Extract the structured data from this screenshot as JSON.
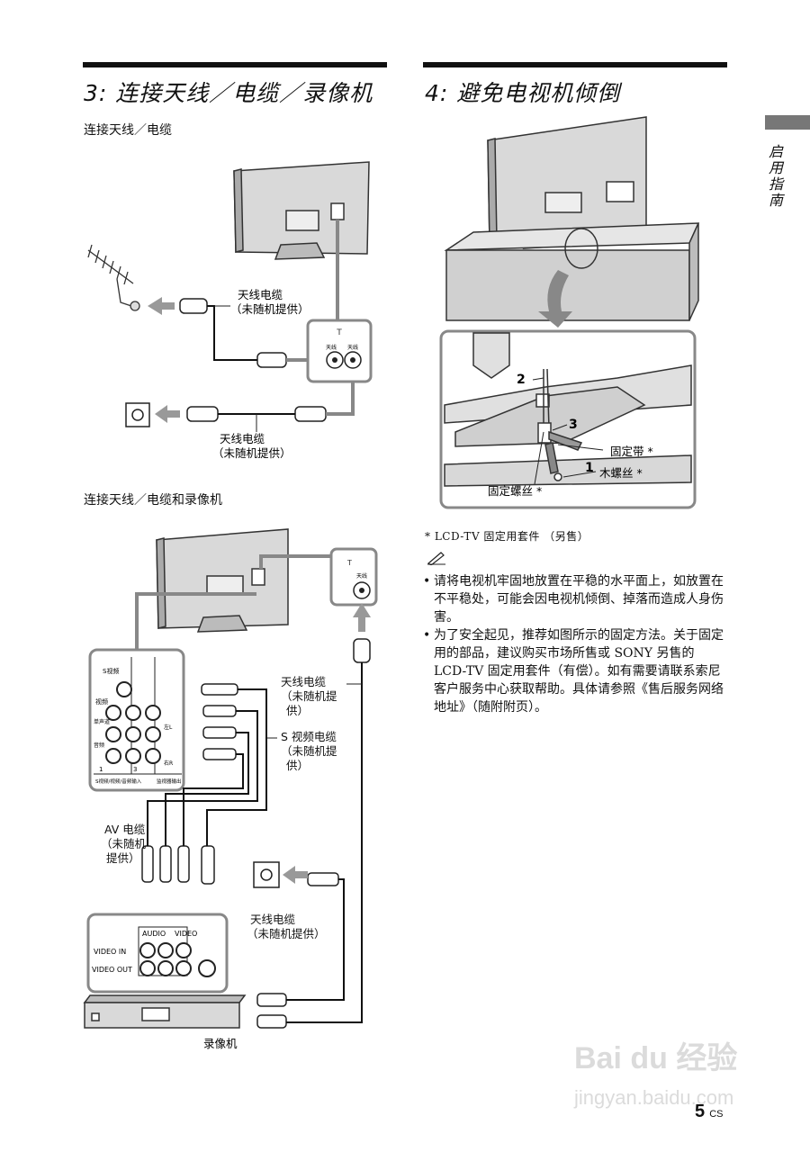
{
  "left_section": {
    "title": "3: 连接天线／电缆／录像机",
    "sub1": "连接天线／电缆",
    "sub2": "连接天线／电缆和录像机",
    "d1_labels": {
      "antenna_cable_top": "天线电缆",
      "not_supplied_top": "（未随机提供）",
      "antenna_cable_bottom": "天线电缆",
      "not_supplied_bottom": "（未随机提供）",
      "jack1": "天线",
      "jack2": "天线"
    },
    "d2_labels": {
      "antenna_line1": "天线电缆",
      "antenna_line2": "（未随机提",
      "antenna_line3": "供）",
      "svideo_line1": "S 视频电缆",
      "svideo_line2": "（未随机提",
      "svideo_line3": "供）",
      "av_line1": "AV 电缆",
      "av_line2": "（未随机",
      "av_line3": "提供）",
      "antenna2_line1": "天线电缆",
      "antenna2_line2": "（未随机提供）",
      "vcr": "录像机",
      "video_in": "VIDEO IN",
      "video_out": "VIDEO OUT",
      "audio": "AUDIO",
      "video": "VIDEO",
      "panel_s": "S视频",
      "panel_video": "视频",
      "panel_mono": "单声道",
      "panel_audio": "音频",
      "panel_l": "左L",
      "panel_r": "右R",
      "panel_1": "1",
      "panel_3": "3",
      "panel_bottom1": "S视频/视频/音频输入",
      "panel_bottom2": "监视器输出",
      "jack_antenna": "天线"
    }
  },
  "right_section": {
    "title": "4: 避免电视机倾倒",
    "labels": {
      "num1": "1",
      "num2": "2",
      "num3": "3",
      "strap": "固定带 *",
      "wood_screw": "木螺丝 *",
      "fix_screw": "固定螺丝 *"
    },
    "footnote": "* LCD-TV 固定用套件 （另售）",
    "bullets": [
      "请将电视机牢固地放置在平稳的水平面上，如放置在不平稳处，可能会因电视机倾倒、掉落而造成人身伤害。",
      "为了安全起见，推荐如图所示的固定方法。关于固定用的部品，建议购买市场所售或 SONY 另售的 LCD-TV 固定用套件（有偿）。如有需要请联系索尼客户服务中心获取帮助。具体请参照《售后服务网络地址》（随附附页）。"
    ]
  },
  "side_tab": "启用指南",
  "page_number": "5",
  "page_suffix": "CS",
  "watermark": {
    "brand": "Bai du 经验",
    "url": "jingyan.baidu.com"
  }
}
